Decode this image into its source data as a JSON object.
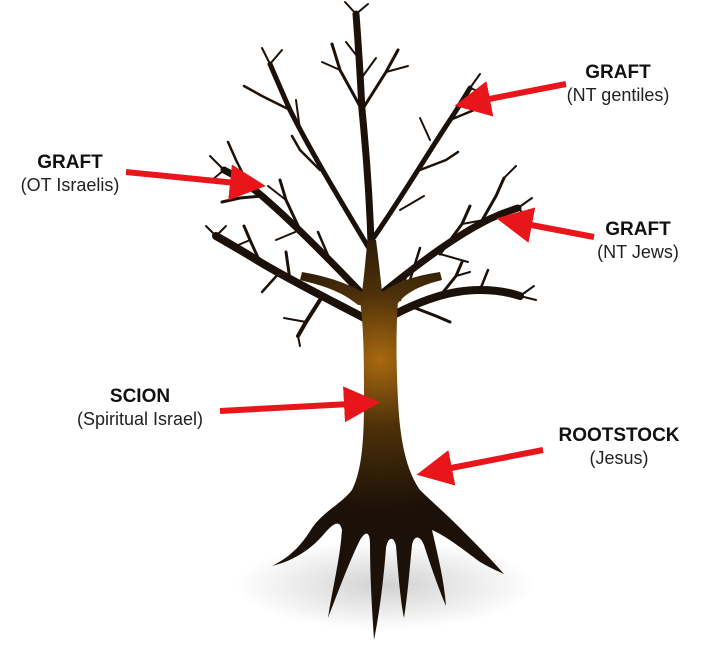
{
  "colors": {
    "arrow": "#e8151b",
    "trunk_dark": "#1c1108",
    "trunk_glow": "#a8690f"
  },
  "labels": {
    "graft_nt_gentiles": {
      "title": "GRAFT",
      "sub": "(NT gentiles)"
    },
    "graft_ot_israelis": {
      "title": "GRAFT",
      "sub": "(OT Israelis)"
    },
    "graft_nt_jews": {
      "title": "GRAFT",
      "sub": "(NT Jews)"
    },
    "scion": {
      "title": "SCION",
      "sub": "(Spiritual Israel)"
    },
    "rootstock": {
      "title": "ROOTSTOCK",
      "sub": "(Jesus)"
    }
  }
}
